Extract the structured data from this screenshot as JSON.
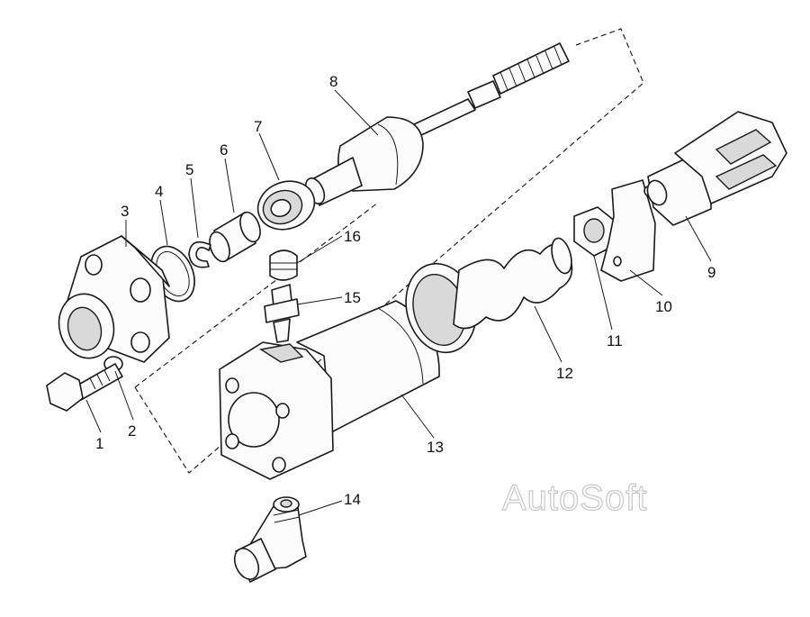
{
  "watermark": "AutoSoft",
  "callouts": [
    {
      "id": "1",
      "text": "1"
    },
    {
      "id": "2",
      "text": "2"
    },
    {
      "id": "3",
      "text": "3"
    },
    {
      "id": "4",
      "text": "4"
    },
    {
      "id": "5",
      "text": "5"
    },
    {
      "id": "6",
      "text": "6"
    },
    {
      "id": "7",
      "text": "7"
    },
    {
      "id": "8",
      "text": "8"
    },
    {
      "id": "9",
      "text": "9"
    },
    {
      "id": "10",
      "text": "10"
    },
    {
      "id": "11",
      "text": "11"
    },
    {
      "id": "12",
      "text": "12"
    },
    {
      "id": "13",
      "text": "13"
    },
    {
      "id": "14",
      "text": "14"
    },
    {
      "id": "15",
      "text": "15"
    },
    {
      "id": "16",
      "text": "16"
    }
  ]
}
